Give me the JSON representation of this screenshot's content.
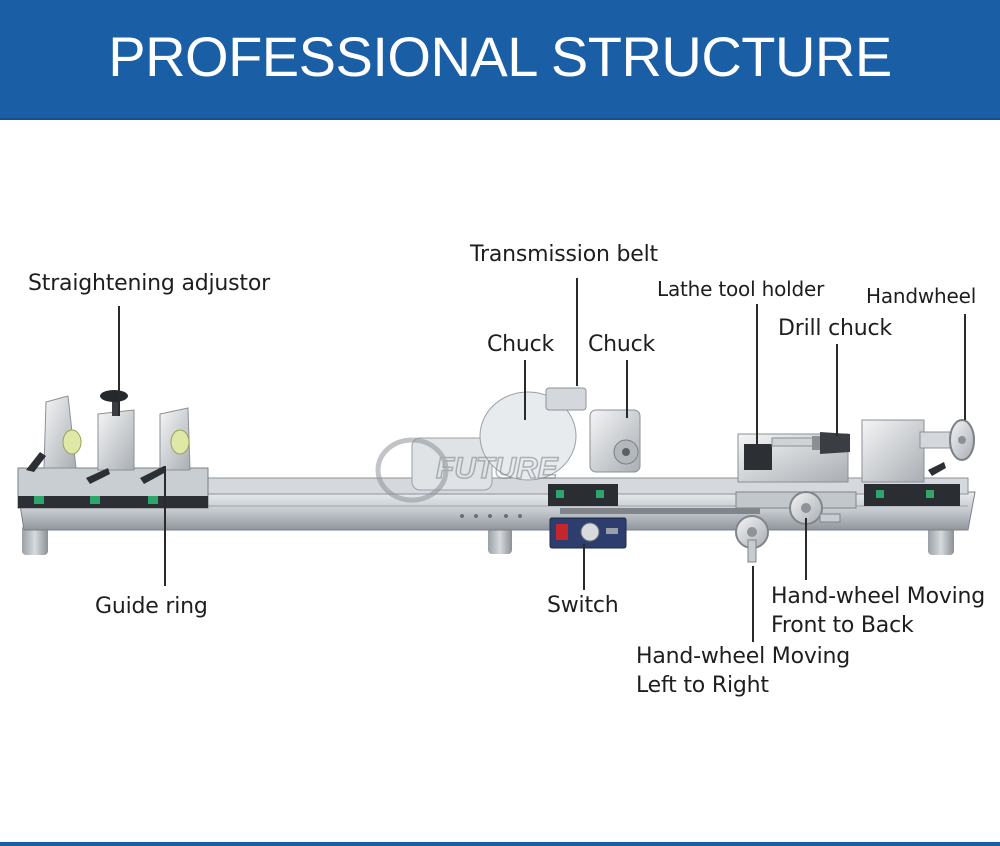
{
  "header": {
    "title": "PROFESSIONAL STRUCTURE"
  },
  "colors": {
    "banner": "#1a5ea6",
    "text": "#1e1e1e"
  },
  "labels": {
    "straightening_adjustor": "Straightening adjustor",
    "transmission_belt": "Transmission belt",
    "chuck_left": "Chuck",
    "chuck_right": "Chuck",
    "lathe_tool_holder": "Lathe tool holder",
    "handwheel": "Handwheel",
    "drill_chuck": "Drill chuck",
    "guide_ring": "Guide ring",
    "switch": "Switch",
    "handwheel_front_back_line1": "Hand-wheel Moving",
    "handwheel_front_back_line2": "Front to Back",
    "handwheel_left_right_line1": "Hand-wheel Moving",
    "handwheel_left_right_line2": "Left to Right"
  },
  "watermark": {
    "brand": "FUTURE"
  }
}
